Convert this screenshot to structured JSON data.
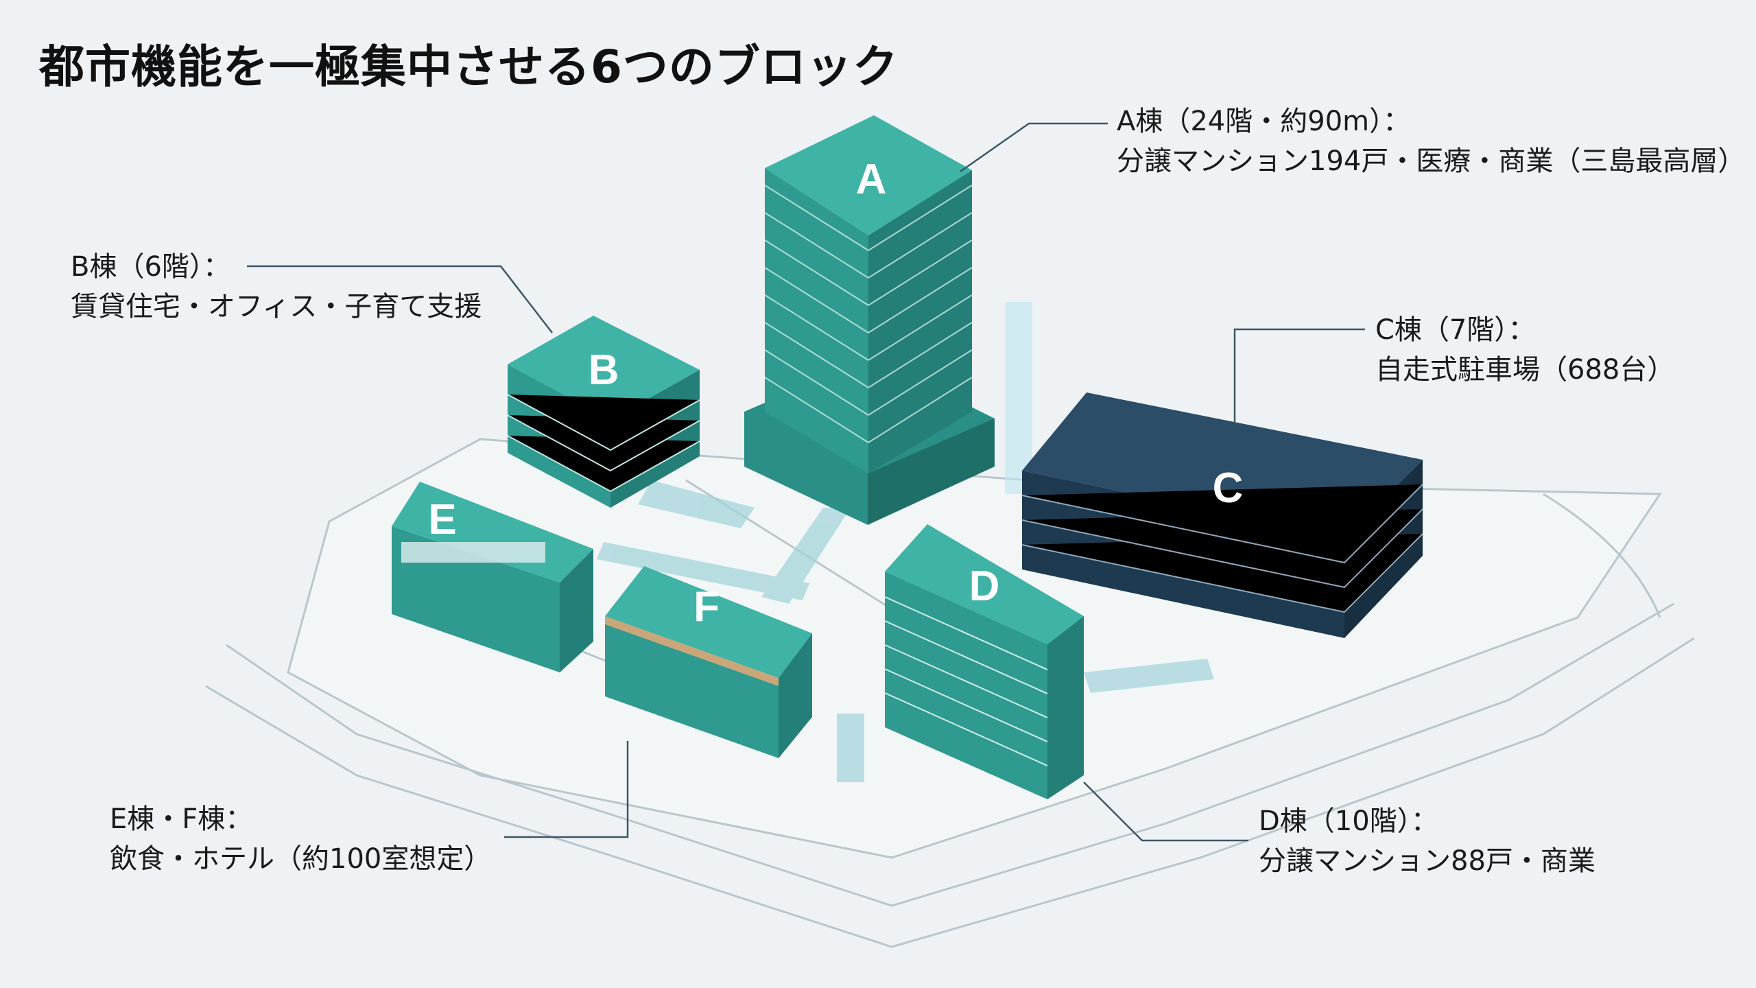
{
  "title": "都市機能を一極集中させる6つのブロック",
  "buildings": {
    "A": {
      "letter": "A",
      "heading": "A棟（24階・約90m）：",
      "detail": "分譲マンション194戸・医療・商業（三島最高層）"
    },
    "B": {
      "letter": "B",
      "heading": "B棟（6階）：",
      "detail": "賃貸住宅・オフィス・子育て支援"
    },
    "C": {
      "letter": "C",
      "heading": "C棟（7階）：",
      "detail": "自走式駐車場（688台）"
    },
    "D": {
      "letter": "D",
      "heading": "D棟（10階）：",
      "detail": "分譲マンション88戸・商業"
    },
    "E": {
      "letter": "E"
    },
    "F": {
      "letter": "F"
    },
    "EF": {
      "heading": "E棟・F棟：",
      "detail": "飲食・ホテル（約100室想定）"
    }
  },
  "colors": {
    "teal_top": "#3fb3a6",
    "teal_side": "#2a8f86",
    "teal_dark": "#1f6f69",
    "navy": "#24425a",
    "background": "#eef2f4"
  }
}
